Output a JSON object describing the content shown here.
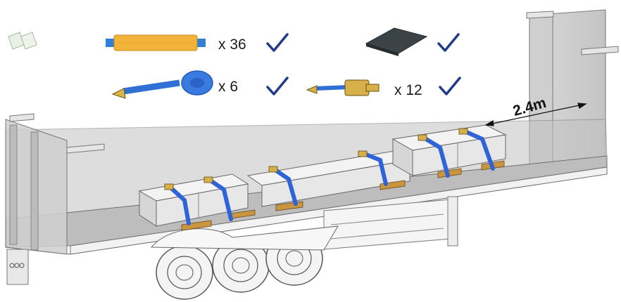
{
  "legend": {
    "items": [
      {
        "icon": "edge-protector-icon"
      },
      {
        "icon": "strap-sleeve-icon",
        "qty": "x 36"
      },
      {
        "icon": "anti-slip-mat-icon"
      },
      {
        "icon": "webbing-roll-icon",
        "qty": "x 6"
      },
      {
        "icon": "ratchet-icon",
        "qty": "x 12"
      }
    ],
    "check_icon": "checkmark-icon"
  },
  "dimension": {
    "label": "2.4m"
  },
  "colors": {
    "strap": "#2f63d8",
    "sleeve": "#f2b33a",
    "check": "#1f3c88",
    "bed": "#bdbdbd",
    "load": "#ececec",
    "ratchet": "#d8b04a"
  }
}
